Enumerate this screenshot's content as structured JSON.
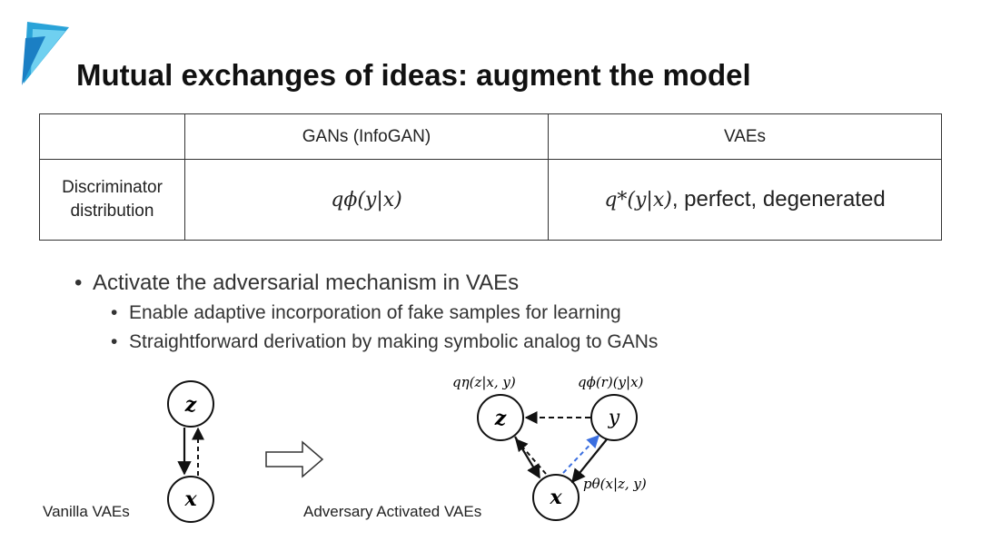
{
  "slide": {
    "title": "Mutual exchanges of ideas: augment the model"
  },
  "table": {
    "headers": [
      "",
      "GANs (InfoGAN)",
      "VAEs"
    ],
    "row": {
      "label_line1": "Discriminator",
      "label_line2": "distribution",
      "gan_cell": "qϕ(y|x)",
      "vae_cell_math": "q*(y|x)",
      "vae_cell_text": ", perfect, degenerated"
    }
  },
  "bullets": {
    "main": "Activate the adversarial mechanism in VAEs",
    "sub": [
      "Enable adaptive incorporation of fake samples for learning",
      "Straightforward derivation by making symbolic analog to GANs"
    ]
  },
  "diagram": {
    "left": {
      "nodes": [
        "z",
        "x"
      ],
      "caption": "Vanilla VAEs"
    },
    "right": {
      "nodes": [
        "z",
        "y",
        "x"
      ],
      "annotations": {
        "q_eta": "qη(z|x, y)",
        "q_phi_r": "qϕ(r)(y|x)",
        "p_theta": "pθ(x|z, y)"
      },
      "caption": "Adversary Activated VAEs"
    },
    "colors": {
      "blue_dashed": "#3b6fe0",
      "black": "#111111"
    }
  }
}
